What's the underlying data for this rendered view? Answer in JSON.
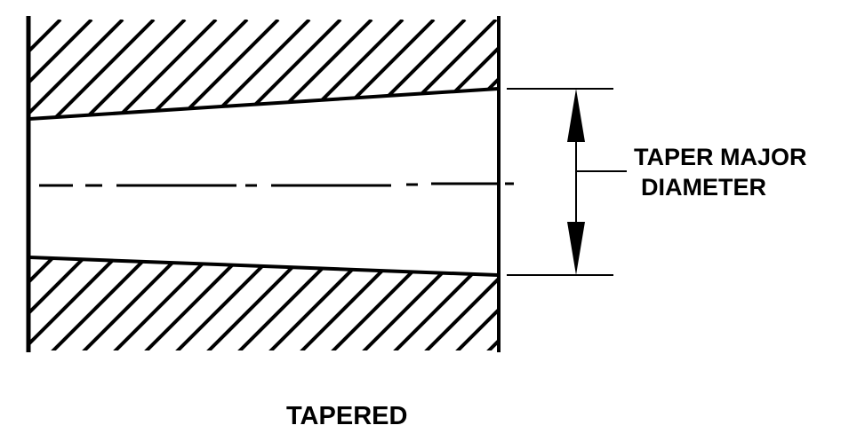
{
  "diagram": {
    "label_line1": "TAPER MAJOR",
    "label_line2": "DIAMETER",
    "caption": "TAPERED",
    "line_color": "#000000",
    "background": "#ffffff"
  }
}
